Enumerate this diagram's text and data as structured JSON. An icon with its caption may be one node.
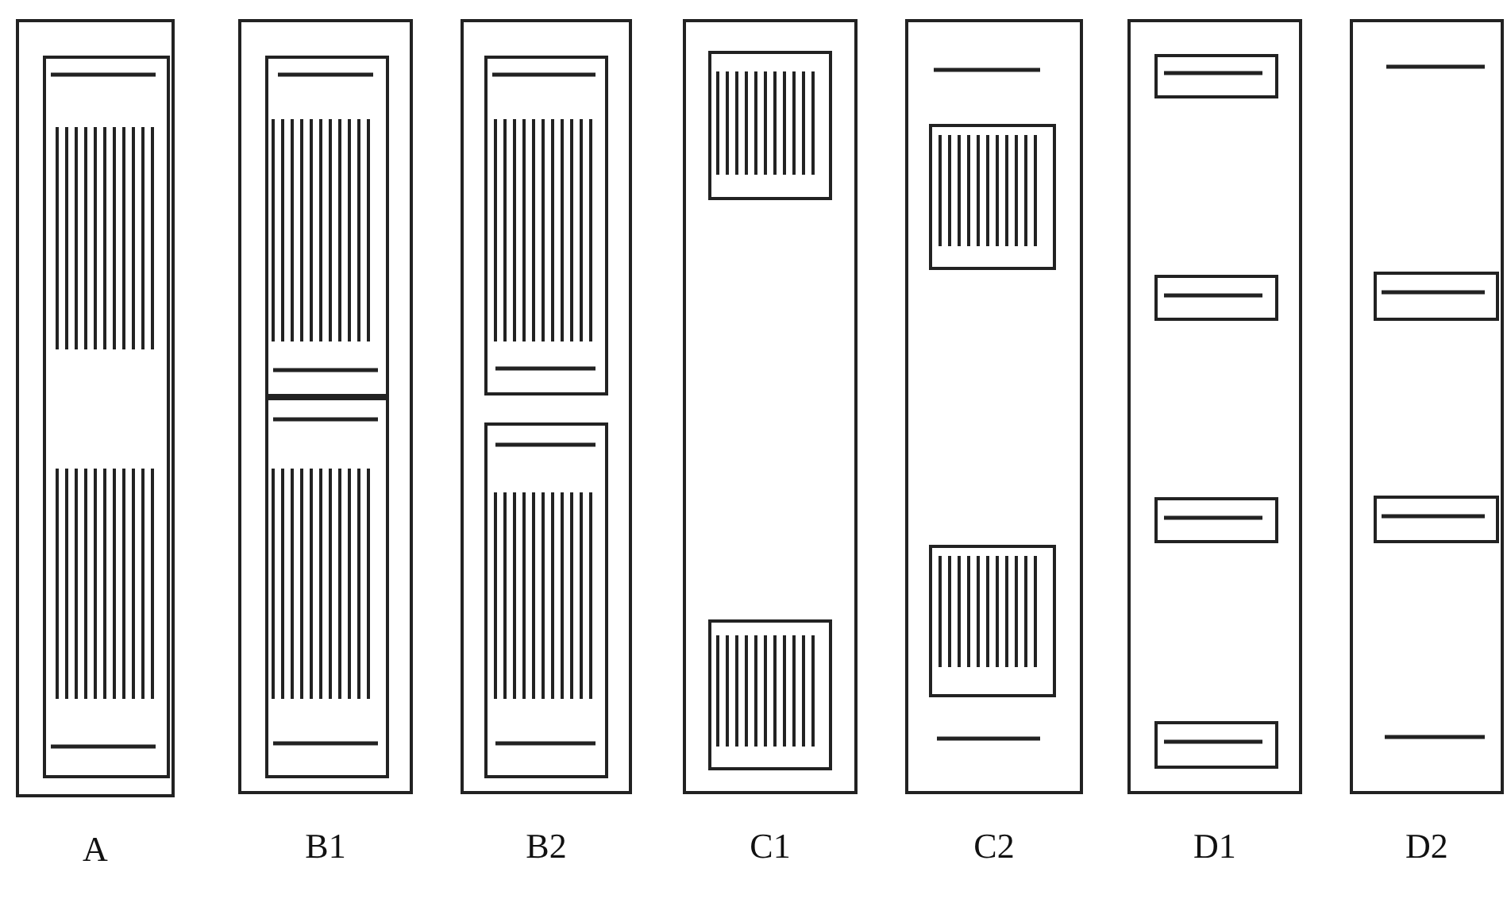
{
  "diagram": {
    "nodes": [
      {
        "text": [
          "A"
        ]
      },
      {
        "text": [],
        "shape": "box",
        "in": 0
      },
      {
        "text": [
          "B1"
        ]
      },
      {
        "text": [],
        "shape": "box",
        "in": 2
      },
      {
        "text": [],
        "shape": "box",
        "in": 2
      },
      {
        "text": [
          "B2"
        ]
      },
      {
        "text": [],
        "shape": "box",
        "in": 5
      },
      {
        "text": [],
        "shape": "box",
        "in": 5
      },
      {
        "text": [
          "C1"
        ]
      },
      {
        "text": [],
        "shape": "box",
        "in": 8
      },
      {
        "text": [],
        "shape": "box",
        "in": 8
      },
      {
        "text": [
          "C2"
        ]
      },
      {
        "text": [],
        "shape": "box",
        "in": 11
      },
      {
        "text": [],
        "shape": "box",
        "in": 11
      },
      {
        "text": [
          "D1"
        ]
      },
      {
        "text": [],
        "shape": "box",
        "in": 14
      },
      {
        "text": [],
        "shape": "box",
        "in": 14
      },
      {
        "text": [],
        "shape": "box",
        "in": 14
      },
      {
        "text": [],
        "shape": "box",
        "in": 14
      },
      {
        "text": [
          "D2"
        ]
      },
      {
        "text": [],
        "shape": "box",
        "in": 19
      },
      {
        "text": [],
        "shape": "box",
        "in": 19
      }
    ]
  }
}
